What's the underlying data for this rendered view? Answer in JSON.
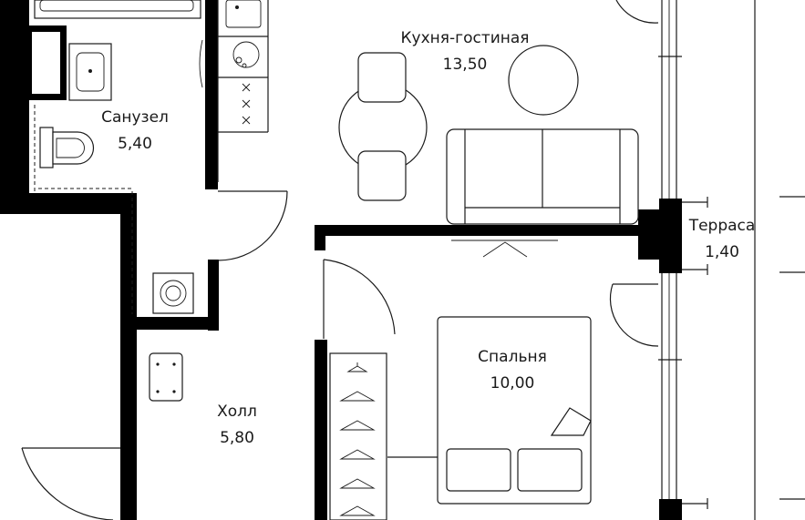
{
  "rooms": {
    "kitchen_living": {
      "name": "Кухня-гостиная",
      "area": "13,50"
    },
    "bathroom": {
      "name": "Санузел",
      "area": "5,40"
    },
    "terrace": {
      "name": "Терраса",
      "area": "1,40"
    },
    "bedroom": {
      "name": "Спальня",
      "area": "10,00"
    },
    "hall": {
      "name": "Холл",
      "area": "5,80"
    }
  },
  "colors": {
    "wall": "#000000",
    "line": "#1a1a1a",
    "background": "#ffffff"
  }
}
